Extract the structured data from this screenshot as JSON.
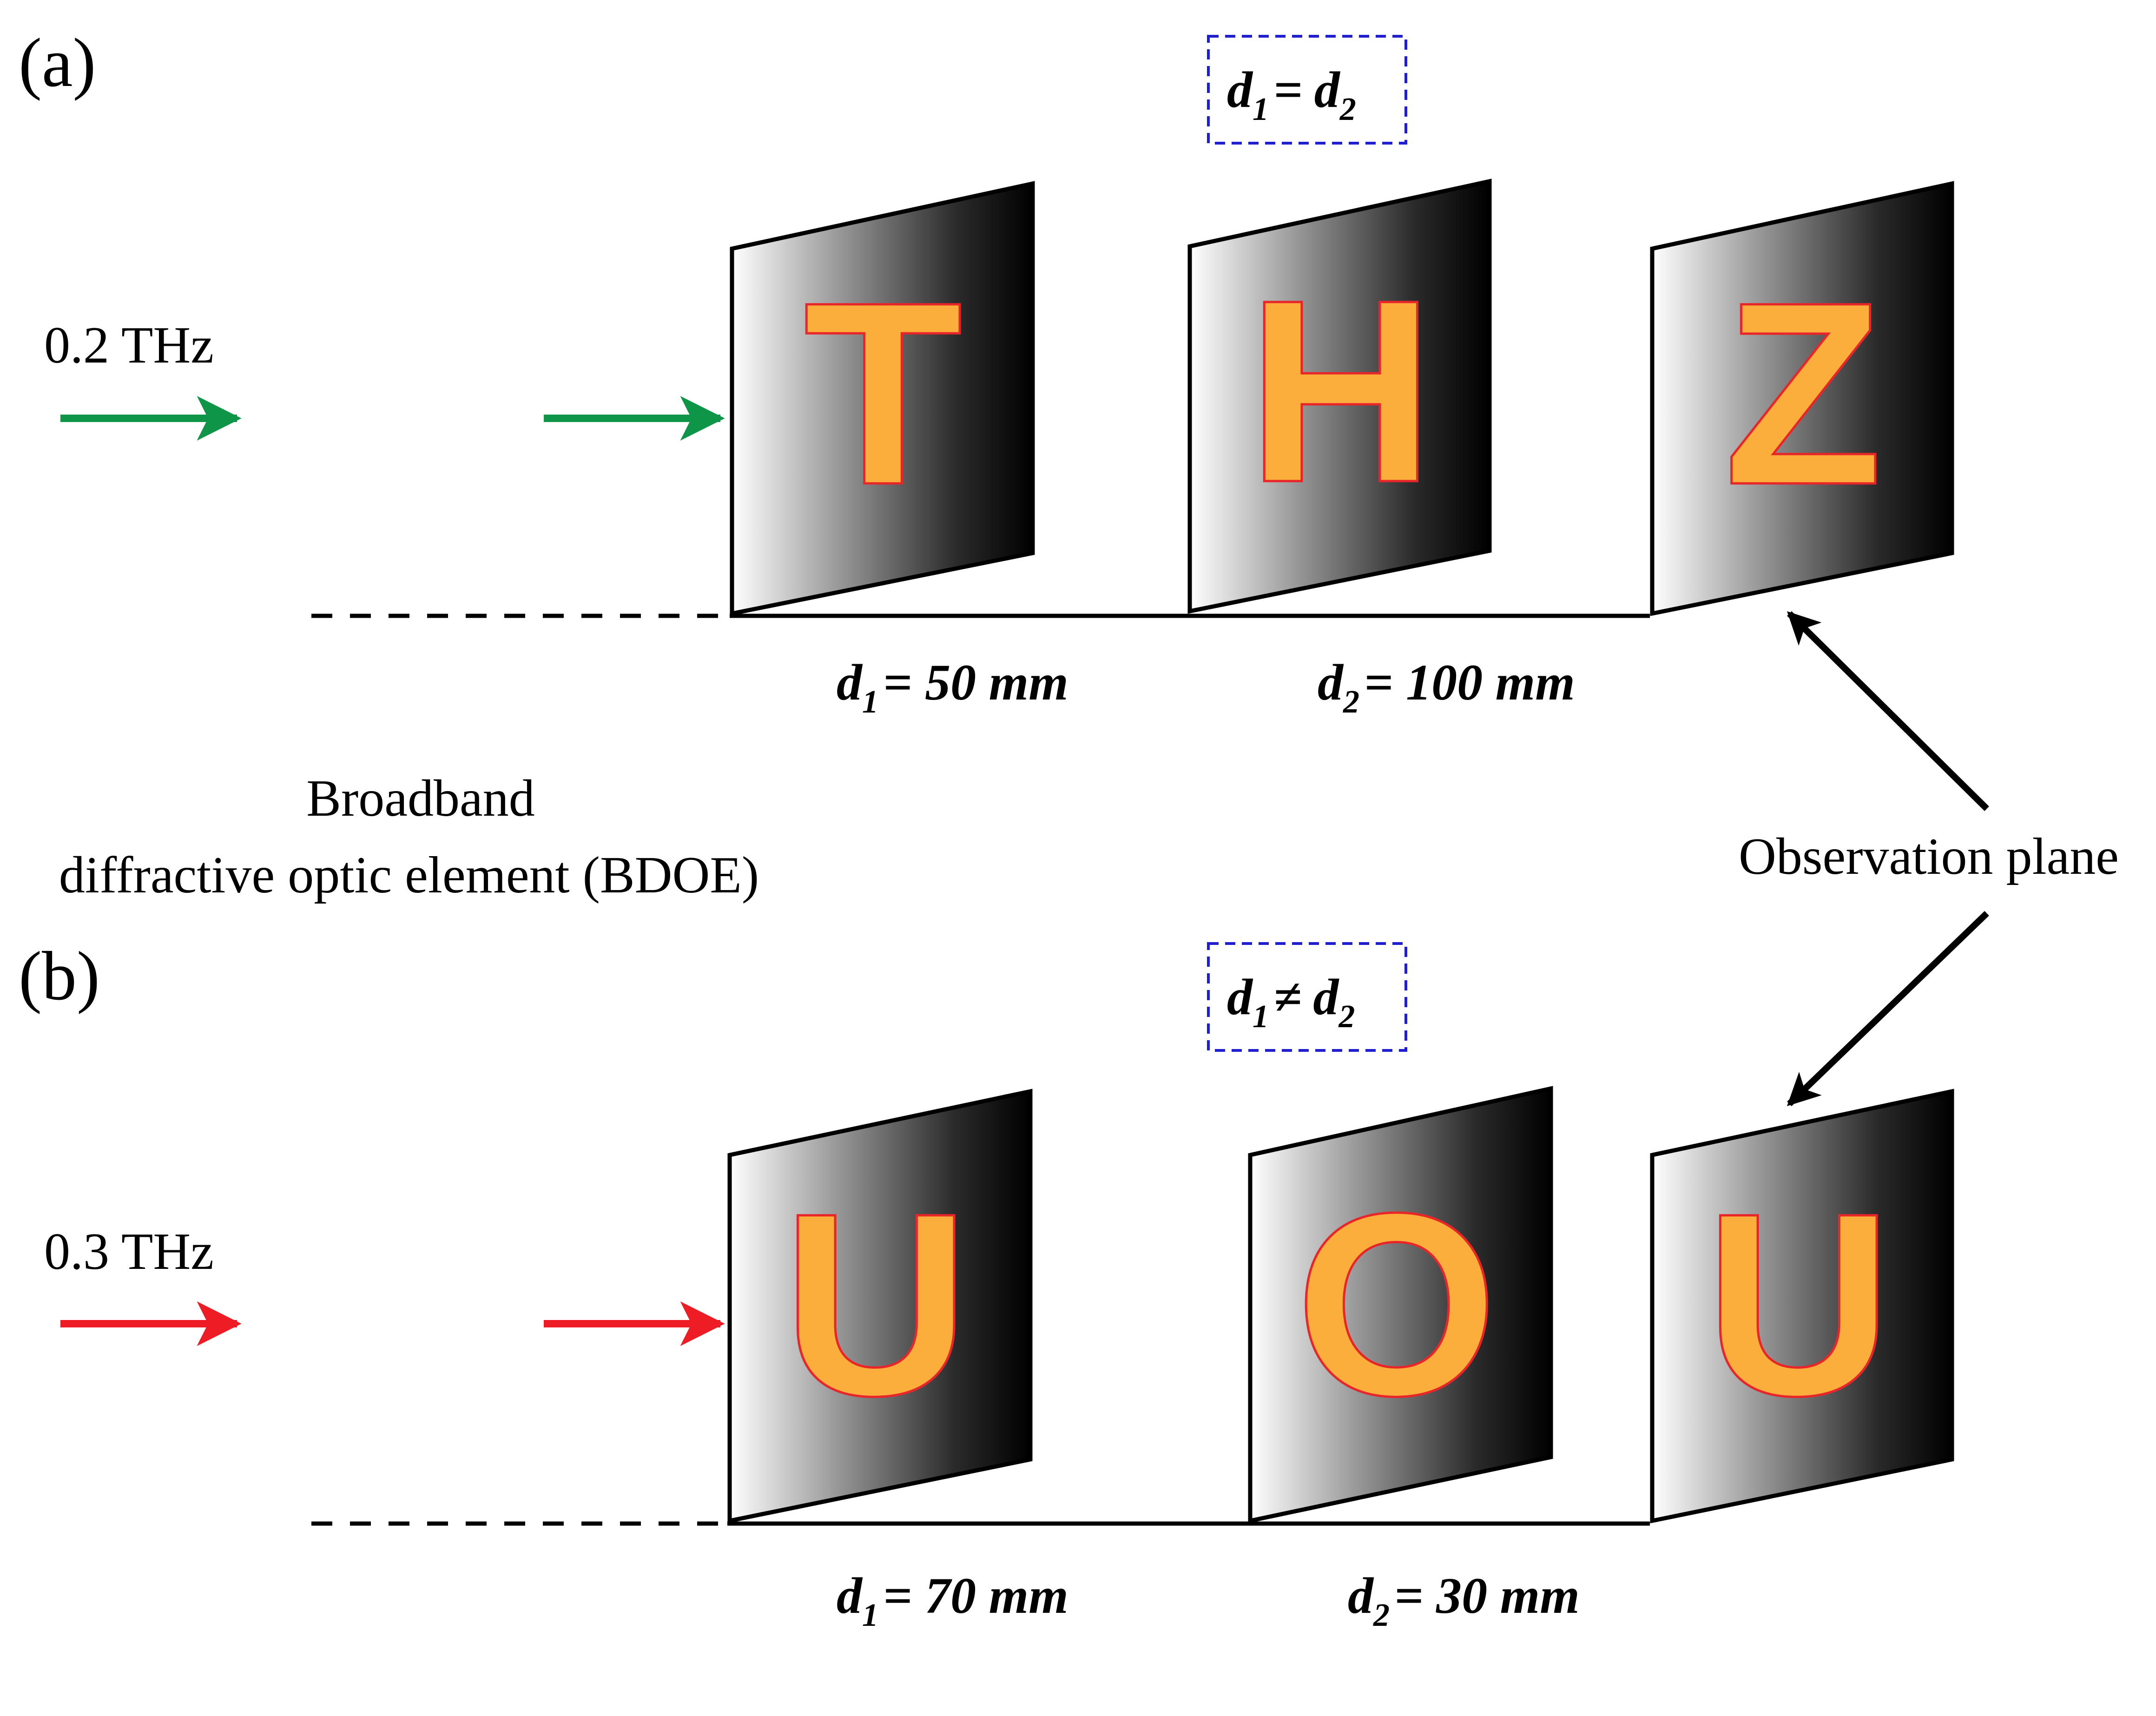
{
  "panels": [
    {
      "label": "(a)",
      "frequency": "0.2 THz",
      "arrow_color": "#0F9547",
      "condition": {
        "left": "d",
        "left_sub": "1",
        "op": "=",
        "right": "d",
        "right_sub": "2"
      },
      "letters": [
        "T",
        "H",
        "Z"
      ],
      "distances": [
        {
          "sym": "d",
          "sub": "1",
          "text": "= 50 mm"
        },
        {
          "sym": "d",
          "sub": "2",
          "text": "= 100 mm"
        }
      ]
    },
    {
      "label": "(b)",
      "frequency": "0.3 THz",
      "arrow_color": "#EE1C24",
      "condition": {
        "left": "d",
        "left_sub": "1",
        "op": "≠",
        "right": "d",
        "right_sub": "2"
      },
      "letters": [
        "U",
        "O",
        "U"
      ],
      "distances": [
        {
          "sym": "d",
          "sub": "1",
          "text": "= 70 mm"
        },
        {
          "sym": "d",
          "sub": "2",
          "text": "= 30 mm"
        }
      ]
    }
  ],
  "bdoe_label": {
    "line1": "Broadband",
    "line2": "diffractive optic element (BDOE)"
  },
  "observation_label": "Observation plane",
  "colors": {
    "letter_fill": "#FBAE3C",
    "letter_stroke": "#E8262A",
    "condition_box": "#1F1FD0"
  }
}
